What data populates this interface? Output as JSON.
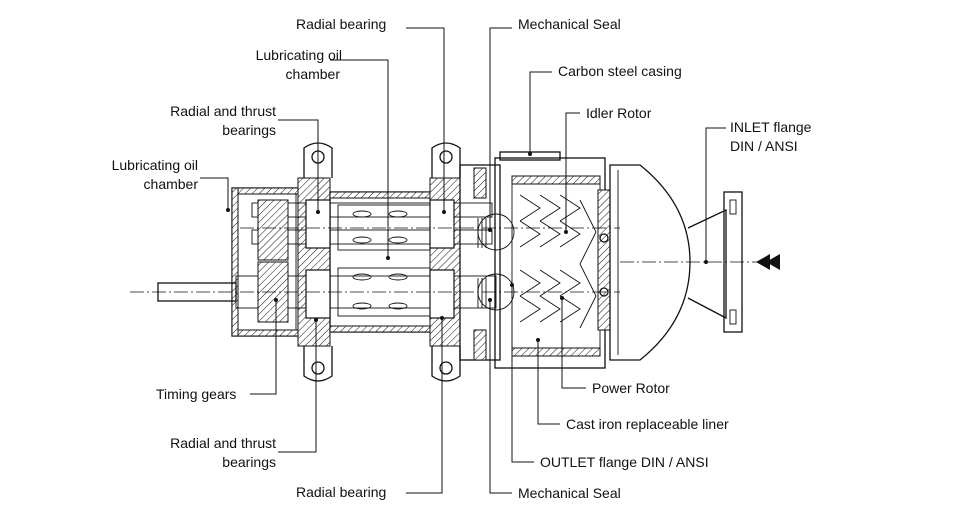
{
  "labels": {
    "radial_bearing_top": "Radial bearing",
    "lub_oil_chamber_top_1": "Lubricating oil",
    "lub_oil_chamber_top_2": "chamber",
    "radial_thrust_top_1": "Radial and thrust",
    "radial_thrust_top_2": "bearings",
    "lub_oil_chamber_left_1": "Lubricating oil",
    "lub_oil_chamber_left_2": "chamber",
    "timing_gears": "Timing gears",
    "radial_thrust_bottom_1": "Radial and thrust",
    "radial_thrust_bottom_2": "bearings",
    "radial_bearing_bottom": "Radial bearing",
    "mechanical_seal_top": "Mechanical Seal",
    "carbon_steel_casing": "Carbon steel casing",
    "idler_rotor": "Idler Rotor",
    "inlet_flange_1": "INLET flange",
    "inlet_flange_2": "DIN / ANSI",
    "power_rotor": "Power Rotor",
    "cast_iron_liner": "Cast iron replaceable liner",
    "outlet_flange": "OUTLET flange DIN / ANSI",
    "mechanical_seal_bottom": "Mechanical Seal"
  },
  "icons": {
    "flow_direction": "flow-arrow-left-icon"
  }
}
